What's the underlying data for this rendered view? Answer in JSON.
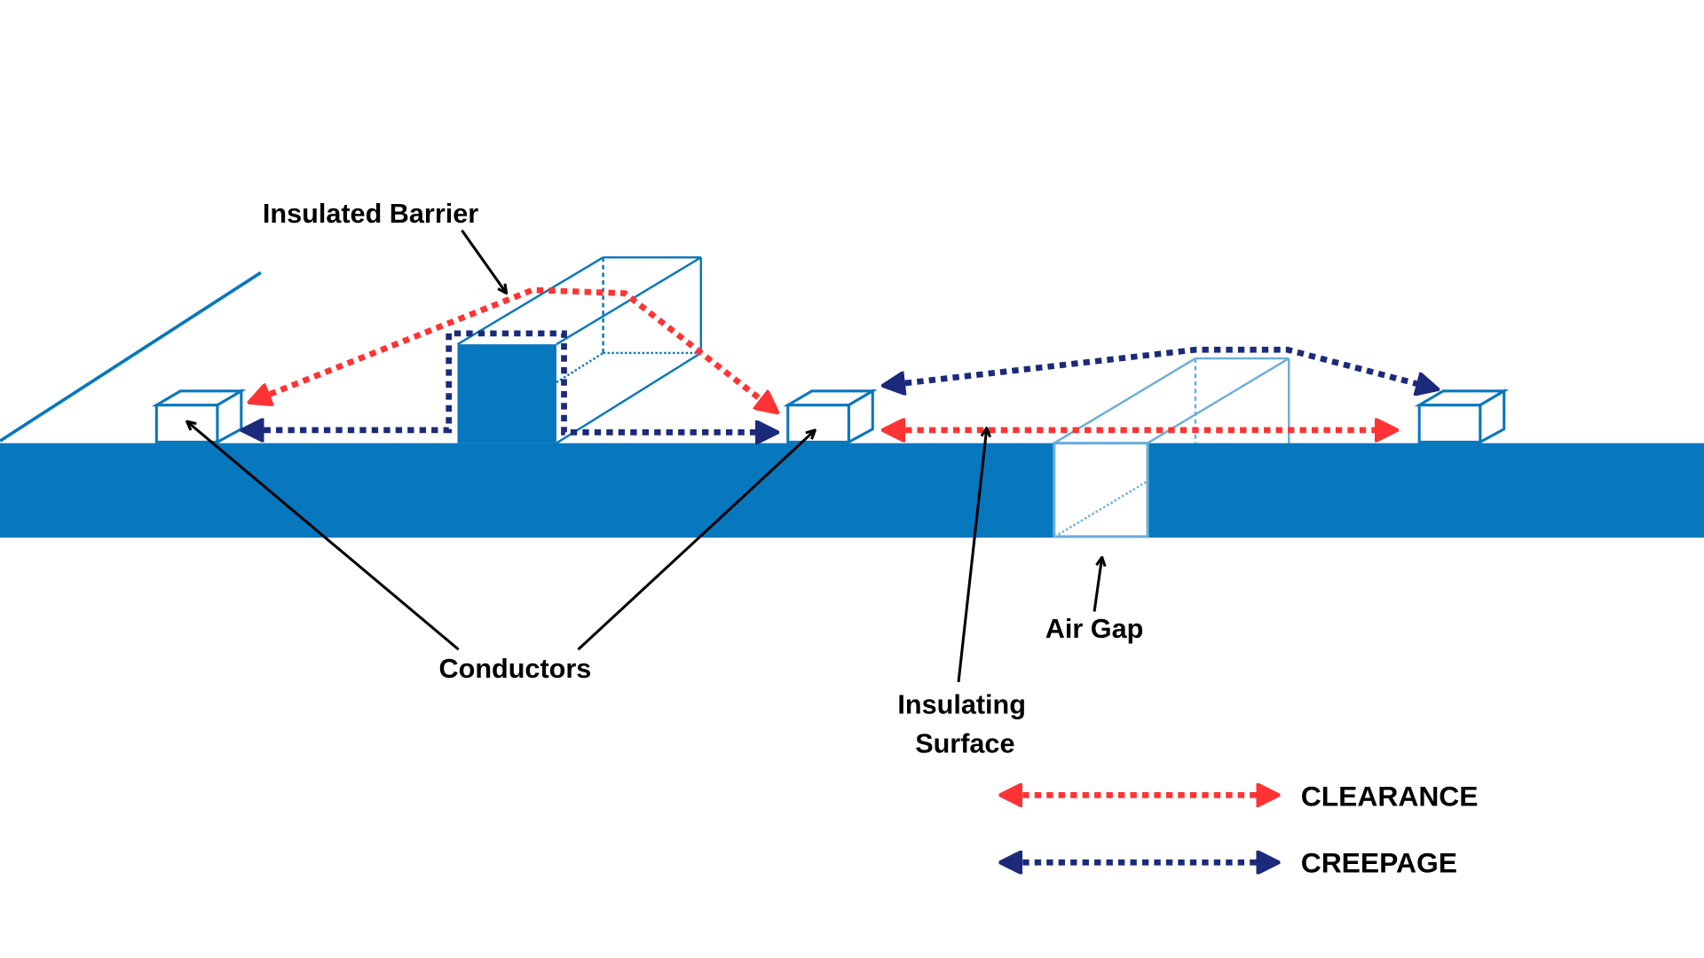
{
  "labels": {
    "insulated_barrier": "Insulated Barrier",
    "conductors": "Conductors",
    "air_gap": "Air Gap",
    "insulating_surface_line1": "Insulating",
    "insulating_surface_line2": "Surface"
  },
  "legend": [
    {
      "label": "CLEARANCE",
      "color": "#FF3333"
    },
    {
      "label": "CREEPAGE",
      "color": "#1B2A7B"
    }
  ],
  "colors": {
    "insulator": "#0777BE",
    "air_gap_outline": "#6AAEDC",
    "clearance": "#FF3333",
    "creepage": "#1B2A7B"
  }
}
